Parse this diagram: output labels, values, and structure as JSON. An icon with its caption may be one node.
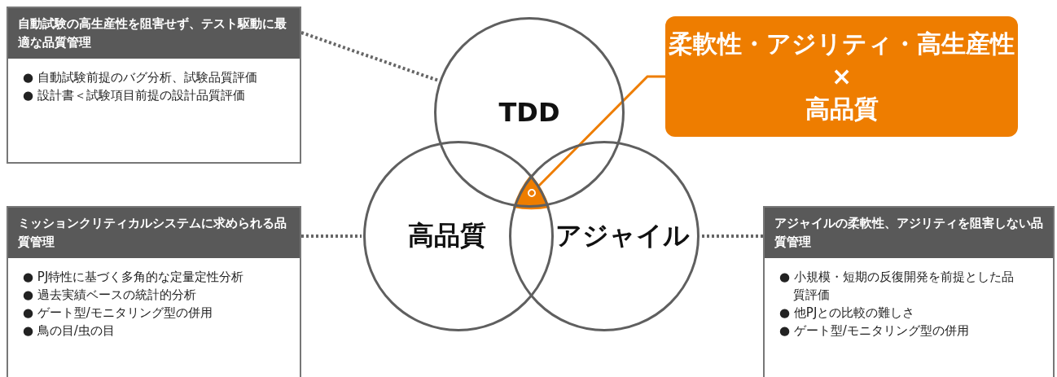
{
  "diagram": {
    "nodes": [
      {
        "text": [
          "TDD"
        ]
      },
      {
        "text": [
          "高品質"
        ]
      },
      {
        "text": [
          "アジャイル"
        ]
      },
      {
        "text": [],
        "shape": "wedge"
      },
      {
        "text": [
          "柔軟性・アジリティ・高生産性",
          "×",
          "高品質"
        ]
      },
      {
        "text": [
          "自動試験の高生産性を阻害せず、テスト駆動に最適な品質管理",
          "● 自動試験前提のバグ分析、試験品質評価",
          "● 設計書＜試験項目前提の設計品質評価"
        ]
      },
      {
        "text": [
          "ミッションクリティカルシステムに求められる品質管理",
          "● PJ特性に基づく多角的な定量定性分析",
          "● 過去実績ベースの統計的分析",
          "● ゲート型/モニタリング型の併用",
          "● 鳥の目/虫の目"
        ]
      },
      {
        "text": [
          "アジャイルの柔軟性、アジリティを阻害しない品質管理",
          "● 小規模・短期の反復開発を前提とした品質評価",
          "● 他PJとの比較の難しさ",
          "● ゲート型/モニタリング型の併用"
        ]
      }
    ],
    "edges": [
      {
        "from": 5,
        "to": 0,
        "arrow": "none",
        "style": "dashed"
      },
      {
        "from": 6,
        "to": 1,
        "arrow": "none",
        "style": "dashed"
      },
      {
        "from": 7,
        "to": 2,
        "arrow": "none",
        "style": "dashed"
      },
      {
        "from": 4,
        "to": 3,
        "arrow": "other",
        "color": "#ee7d00"
      }
    ]
  }
}
